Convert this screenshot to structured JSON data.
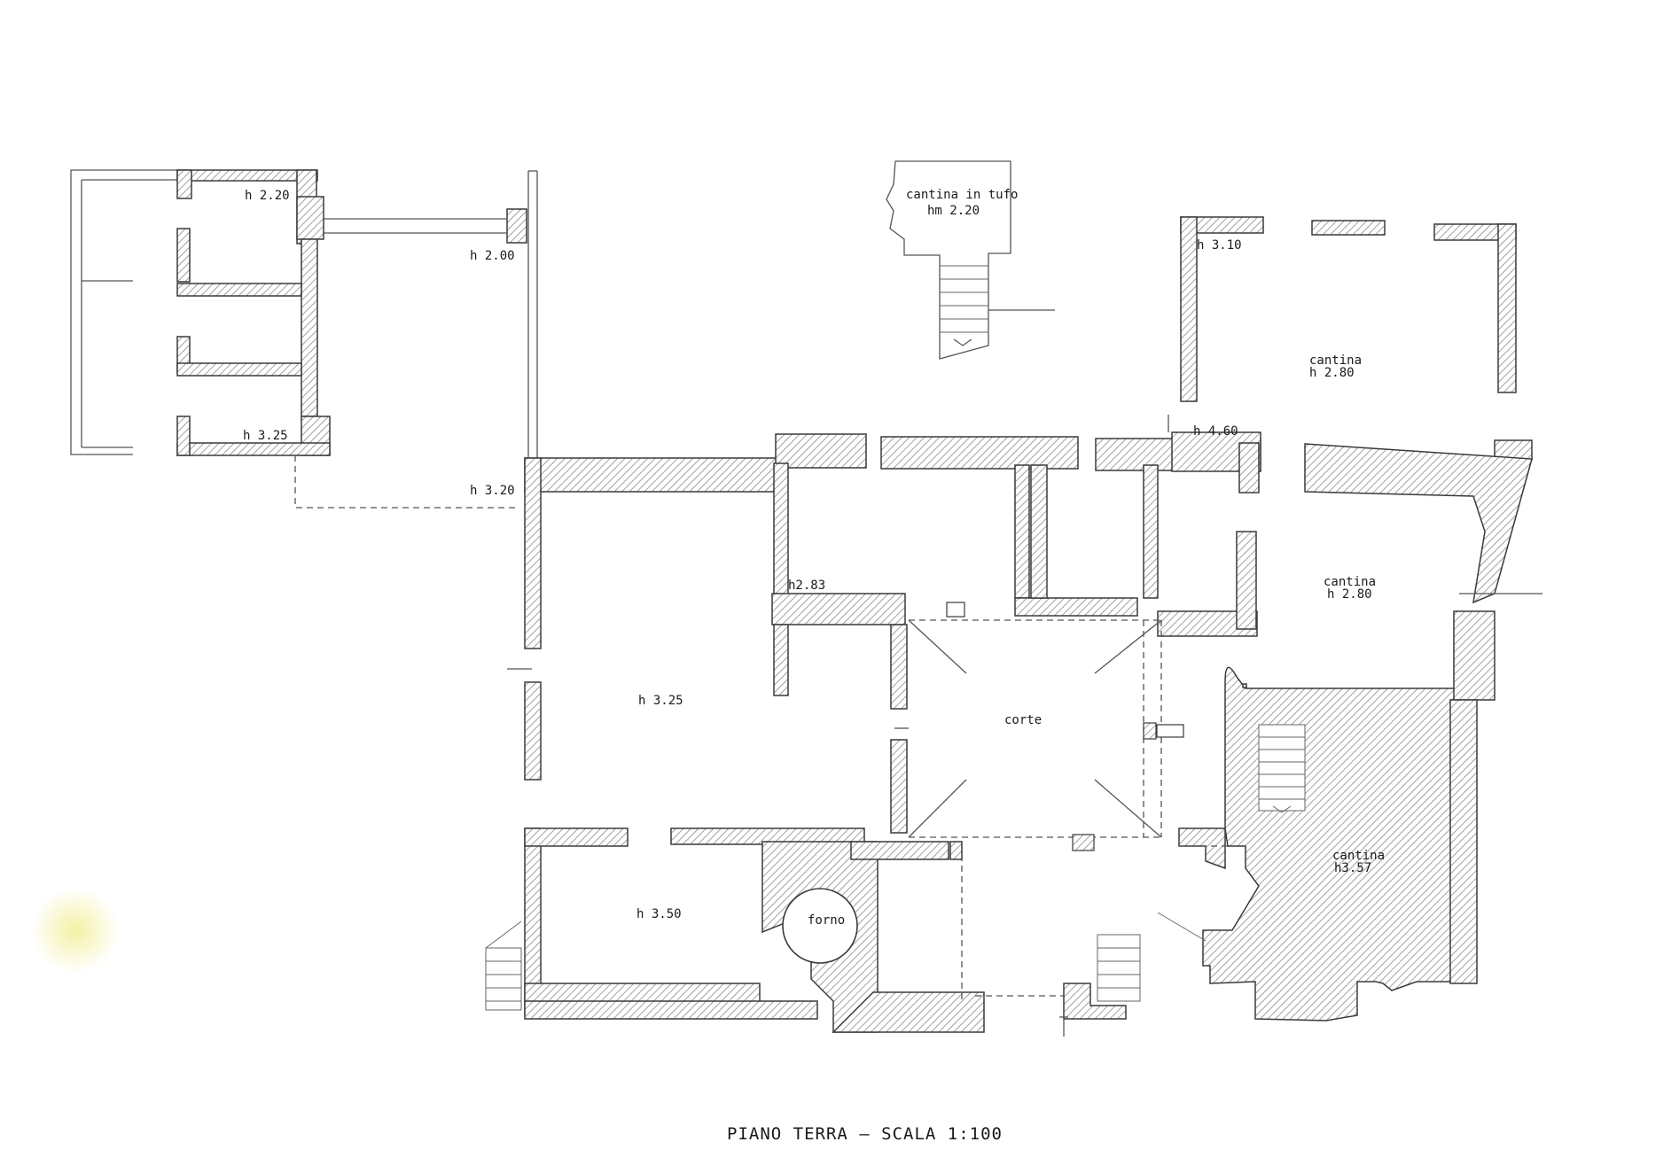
{
  "plan": {
    "title": "PIANO TERRA – SCALA 1:100",
    "labels": {
      "h220": "h 2.20",
      "h325_small": "h 3.25",
      "h200": "h 2.00",
      "h320": "h 3.20",
      "cantina_tufo": "cantina in tufo",
      "hm220": "hm 2.20",
      "h310": "h 3.10",
      "cantina_1": "cantina",
      "cantina_1_h": "h 2.80",
      "h460": "h 4.60",
      "h283": "h2.83",
      "cantina_2": "cantina",
      "cantina_2_h": "h 2.80",
      "h325_main": "h 3.25",
      "corte": "corte",
      "cantina_3": "cantina",
      "cantina_3_h": "h3.57",
      "h350": "h 3.50",
      "forno": "forno"
    },
    "colors": {
      "wall_stroke": "#3a3a3a",
      "hatch": "#8a8a8a",
      "paper": "#ffffff",
      "stain": "#f3ef9a"
    }
  }
}
